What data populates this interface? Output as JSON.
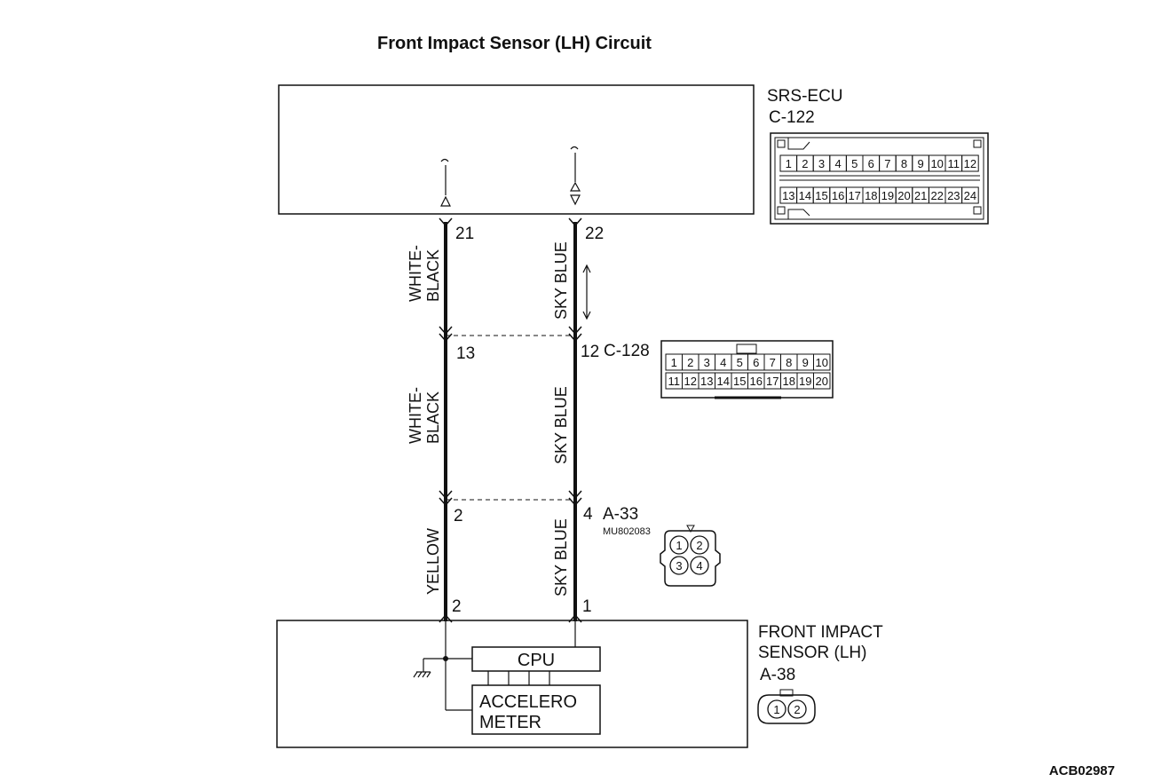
{
  "title": "Front Impact Sensor (LH) Circuit",
  "figure_code": "ACB02987",
  "ecu": {
    "name": "SRS-ECU",
    "connector": "C-122",
    "pins_row1": [
      "1",
      "2",
      "3",
      "4",
      "5",
      "6",
      "7",
      "8",
      "9",
      "10",
      "11",
      "12"
    ],
    "pins_row2": [
      "13",
      "14",
      "15",
      "16",
      "17",
      "18",
      "19",
      "20",
      "21",
      "22",
      "23",
      "24"
    ]
  },
  "wire_left": {
    "seg1_a": "WHITE-",
    "seg1_b": "BLACK",
    "seg2_a": "WHITE-",
    "seg2_b": "BLACK",
    "seg3": "YELLOW",
    "pin_ecu": "21",
    "pin_c128": "13",
    "pin_a33": "2",
    "pin_sensor": "2"
  },
  "wire_right": {
    "seg1": "SKY BLUE",
    "seg2": "SKY BLUE",
    "seg3": "SKY BLUE",
    "pin_ecu": "22",
    "pin_c128": "12",
    "pin_a33": "4",
    "pin_sensor": "1"
  },
  "c128": {
    "connector": "C-128",
    "pins_row1": [
      "1",
      "2",
      "3",
      "4",
      "5",
      "6",
      "7",
      "8",
      "9",
      "10"
    ],
    "pins_row2": [
      "11",
      "12",
      "13",
      "14",
      "15",
      "16",
      "17",
      "18",
      "19",
      "20"
    ]
  },
  "a33": {
    "connector": "A-33",
    "part": "MU802083",
    "pins": [
      "1",
      "2",
      "3",
      "4"
    ]
  },
  "sensor": {
    "name_line1": "FRONT IMPACT",
    "name_line2": "SENSOR (LH)",
    "connector": "A-38",
    "cpu_label": "CPU",
    "accel_line1": "ACCELERO",
    "accel_line2": "METER",
    "pins": [
      "1",
      "2"
    ]
  }
}
